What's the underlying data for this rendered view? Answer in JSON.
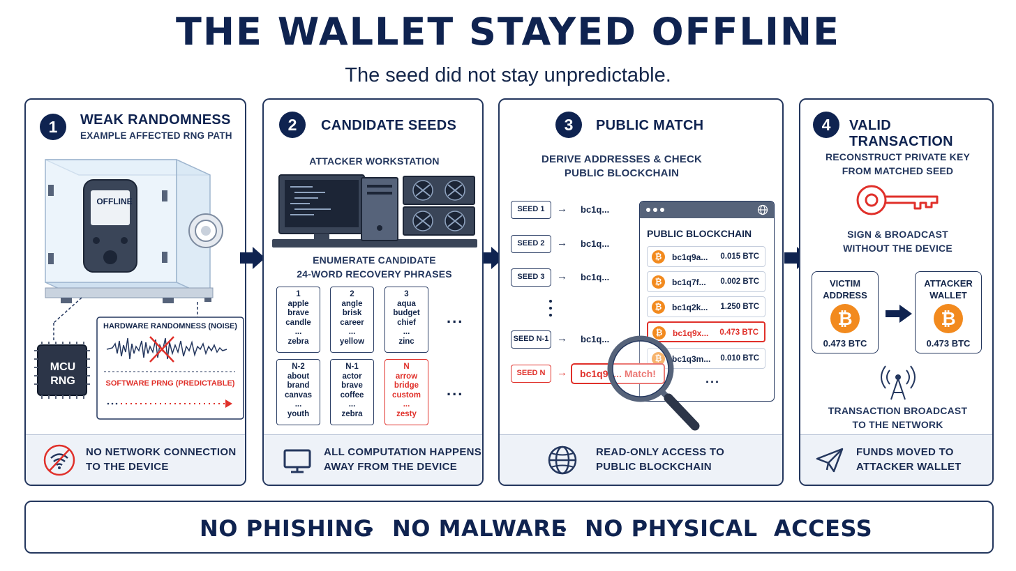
{
  "title": "THE WALLET STAYED OFFLINE",
  "subtitle": "The seed did not stay unpredictable.",
  "colors": {
    "navy": "#0f2350",
    "red": "#e0302a",
    "bitcoin": "#f28a1e",
    "footer_bg": "#eef2f8"
  },
  "panels": [
    {
      "number": "1",
      "title": "WEAK RANDOMNESS",
      "caption": "EXAMPLE AFFECTED RNG PATH",
      "device_screen": "OFFLINE",
      "chip_label_1": "MCU",
      "chip_label_2": "RNG",
      "hw_label": "HARDWARE RANDOMNESS (NOISE)",
      "sw_label": "SOFTWARE PRNG (PREDICTABLE)",
      "footer_line1": "NO NETWORK CONNECTION",
      "footer_line2": "TO THE DEVICE",
      "footer_icon": "no-wifi-icon"
    },
    {
      "number": "2",
      "title": "CANDIDATE SEEDS",
      "caption": "ATTACKER WORKSTATION",
      "enum_line1": "ENUMERATE CANDIDATE",
      "enum_line2": "24-WORD RECOVERY PHRASES",
      "cards": [
        {
          "n": "1",
          "w1": "apple",
          "w2": "brave",
          "w3": "candle",
          "dots": "...",
          "last": "zebra"
        },
        {
          "n": "2",
          "w1": "angle",
          "w2": "brisk",
          "w3": "career",
          "dots": "...",
          "last": "yellow"
        },
        {
          "n": "3",
          "w1": "aqua",
          "w2": "budget",
          "w3": "chief",
          "dots": "...",
          "last": "zinc"
        },
        {
          "n": "N-2",
          "w1": "about",
          "w2": "brand",
          "w3": "canvas",
          "dots": "...",
          "last": "youth"
        },
        {
          "n": "N-1",
          "w1": "actor",
          "w2": "brave",
          "w3": "coffee",
          "dots": "...",
          "last": "zebra"
        },
        {
          "n": "N",
          "w1": "arrow",
          "w2": "bridge",
          "w3": "custom",
          "dots": "...",
          "last": "zesty"
        }
      ],
      "ellipsis": "...",
      "footer_line1": "ALL COMPUTATION HAPPENS",
      "footer_line2": "AWAY FROM THE DEVICE",
      "footer_icon": "monitor-icon"
    },
    {
      "number": "3",
      "title": "PUBLIC MATCH",
      "caption_line1": "DERIVE ADDRESSES & CHECK",
      "caption_line2": "PUBLIC BLOCKCHAIN",
      "seeds": [
        {
          "label": "SEED 1",
          "arrow": "→",
          "addr": "bc1q..."
        },
        {
          "label": "SEED 2",
          "arrow": "→",
          "addr": "bc1q..."
        },
        {
          "label": "SEED 3",
          "arrow": "→",
          "addr": "bc1q..."
        },
        {
          "label": "SEED N-1",
          "arrow": "→",
          "addr": "bc1q..."
        }
      ],
      "match_seed": "SEED N",
      "match_arrow": "→",
      "match_text": "bc1q9x... Match!",
      "blockchain_title": "PUBLIC BLOCKCHAIN",
      "rows": [
        {
          "coin": "₿",
          "addr": "bc1q9a...",
          "amt": "0.015 BTC"
        },
        {
          "coin": "₿",
          "addr": "bc1q7f...",
          "amt": "0.002 BTC"
        },
        {
          "coin": "₿",
          "addr": "bc1q2k...",
          "amt": "1.250 BTC"
        },
        {
          "coin": "₿",
          "addr": "bc1q9x...",
          "amt": "0.473 BTC"
        },
        {
          "coin": "₿",
          "addr": "bc1q3m...",
          "amt": "0.010 BTC"
        }
      ],
      "more": "...",
      "footer_line1": "READ-ONLY ACCESS TO",
      "footer_line2": "PUBLIC BLOCKCHAIN",
      "footer_icon": "globe-icon"
    },
    {
      "number": "4",
      "title": "VALID TRANSACTION",
      "caption_line1": "RECONSTRUCT PRIVATE KEY",
      "caption_line2": "FROM MATCHED SEED",
      "sign_line1": "SIGN & BROADCAST",
      "sign_line2": "WITHOUT THE DEVICE",
      "victim_line1": "VICTIM",
      "victim_line2": "ADDRESS",
      "victim_amount": "0.473 BTC",
      "attacker_line1": "ATTACKER",
      "attacker_line2": "WALLET",
      "attacker_amount": "0.473 BTC",
      "coin_symbol": "₿",
      "broadcast_line1": "TRANSACTION BROADCAST",
      "broadcast_line2": "TO THE NETWORK",
      "footer_line1": "FUNDS MOVED TO",
      "footer_line2": "ATTACKER WALLET",
      "footer_icon": "paper-plane-icon"
    }
  ],
  "bottom": {
    "item1": "NO PHISHING",
    "item2": "NO MALWARE",
    "item3": "NO PHYSICAL  ACCESS"
  }
}
